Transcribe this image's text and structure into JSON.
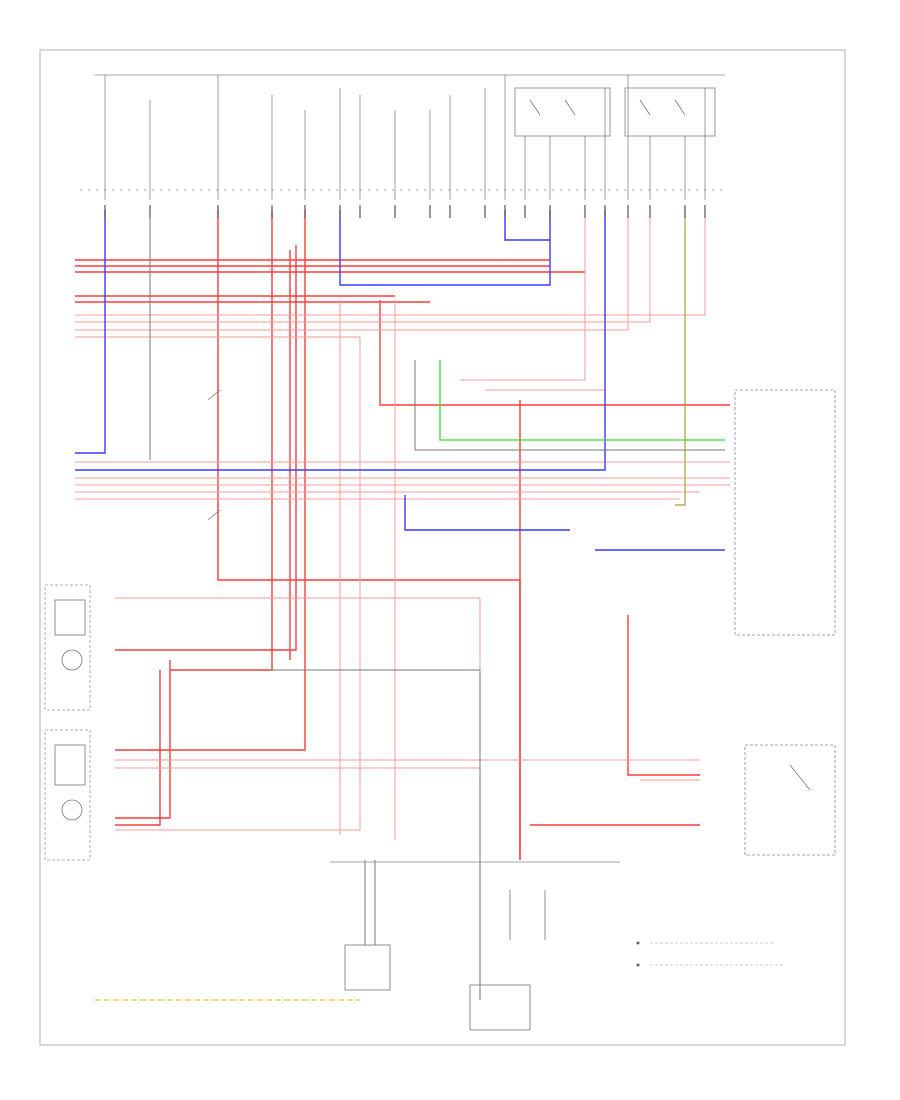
{
  "diagram": {
    "title": "",
    "footer_code": "",
    "colors": {
      "frame": "#aaaaaa",
      "wire_red": "#ff3b3b",
      "wire_red_light": "#ff9a9a",
      "wire_blue": "#3a3aff",
      "wire_green": "#33dd33",
      "wire_gray": "#777777",
      "wire_black": "#222222",
      "wire_olive": "#b09a3a",
      "wire_yellow": "#e6c84a"
    },
    "components": [
      {
        "id": "relay-box-1",
        "label": ""
      },
      {
        "id": "relay-box-2",
        "label": ""
      },
      {
        "id": "right-control-module",
        "label": ""
      },
      {
        "id": "power-relay-box",
        "label": ""
      },
      {
        "id": "right-headlight",
        "label": ""
      },
      {
        "id": "left-headlight",
        "label": ""
      },
      {
        "id": "junction-module",
        "label": ""
      },
      {
        "id": "bottom-module",
        "label": ""
      }
    ],
    "notes": [
      "",
      ""
    ]
  }
}
